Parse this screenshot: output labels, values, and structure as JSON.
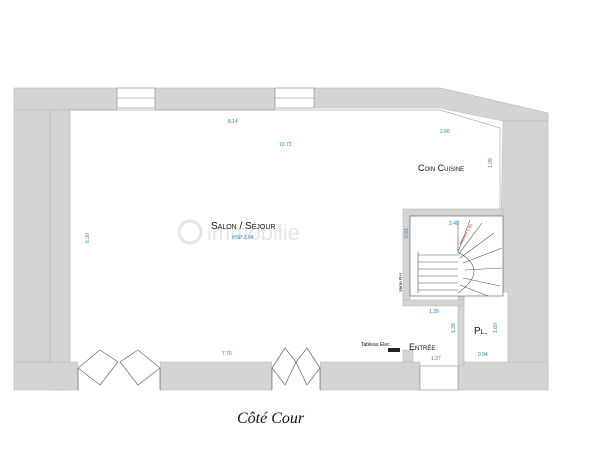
{
  "rooms": {
    "salon": "Salon / Séjour",
    "hsp": "HSP 2,54",
    "cuisine": "Coin Cuisine",
    "entree": "Entrée",
    "placard": "Pl.",
    "tableau": "Tableau Elec."
  },
  "labels": {
    "verre": "Verre R+I",
    "stair_note": "Hauteur 1,80"
  },
  "dimensions": {
    "d1": "8.14",
    "d2": "10.73",
    "d3": "2.66",
    "d4": "1.09",
    "d5": "6.30",
    "d6": "2.40",
    "d7": "0.91",
    "d8": "1.39",
    "d9": "1.38",
    "d10": "1.37",
    "d11": "1.60",
    "d12": "0.94",
    "d13": "7.76"
  },
  "watermark": "immobilie",
  "caption": "Côté Cour",
  "colors": {
    "wall": "#d4d4d4",
    "wall_edge": "#b5b5b5",
    "dimension": "#2a7fc0",
    "line": "#666666"
  }
}
